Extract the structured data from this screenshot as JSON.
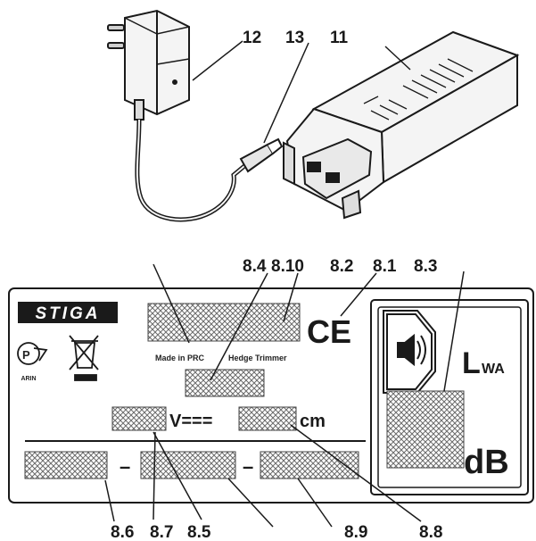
{
  "callouts_top": {
    "c12": "12",
    "c13": "13",
    "c11": "11"
  },
  "callouts_plate_top": {
    "c8_4": "8.4",
    "c8_10": "8.10",
    "c8_2": "8.2",
    "c8_1": "8.1",
    "c8_3": "8.3"
  },
  "callouts_plate_bottom": {
    "c8_6": "8.6",
    "c8_7": "8.7",
    "c8_5": "8.5",
    "c8_9": "8.9",
    "c8_8": "8.8"
  },
  "plate": {
    "brand": "STIGA",
    "made_in": "Made in PRC",
    "product": "Hedge Trimmer",
    "ce_mark": "CE",
    "cert_code": "ARIN",
    "volt_unit": "V===",
    "length_unit": "cm",
    "dash_1": "–",
    "dash_2": "–",
    "lwa_main": "L",
    "lwa_sub": "WA",
    "db_unit": "dB"
  },
  "colors": {
    "ink": "#1a1a1a",
    "hatch": "#6b6b6b",
    "paper": "#ffffff",
    "device": "#f4f4f4"
  },
  "icons": [
    "charger-icon",
    "battery-pack-icon",
    "rostest-cert-icon",
    "weee-bin-icon",
    "speaker-icon"
  ]
}
